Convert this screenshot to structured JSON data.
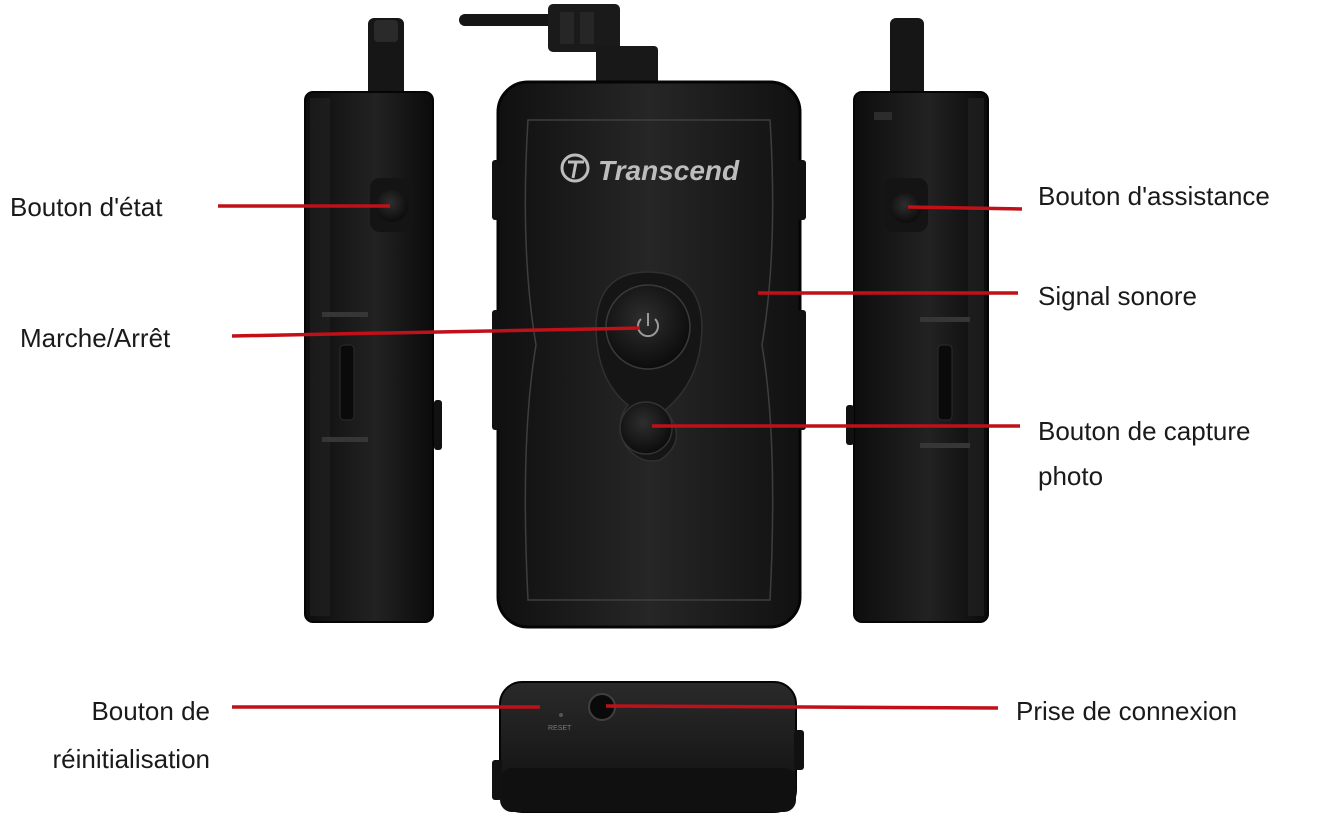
{
  "device": {
    "brand": "Transcend",
    "reset_marking": "RESET"
  },
  "callouts": {
    "status_button": "Bouton d'état",
    "power": "Marche/Arrêt",
    "reset_line1": "Bouton de",
    "reset_line2": "réinitialisation",
    "assist_button": "Bouton d'assistance",
    "buzzer": "Signal sonore",
    "snapshot_line1": "Bouton de capture",
    "snapshot_line2": "photo",
    "connector": "Prise de connexion"
  },
  "colors": {
    "leader_line": "#c0101a",
    "device_body": "#1c1c1c",
    "device_edge": "#0a0a0a",
    "label_text": "#1a1a1a"
  },
  "icons": {
    "power": "power-icon",
    "brand_logo": "transcend-logo-icon"
  }
}
